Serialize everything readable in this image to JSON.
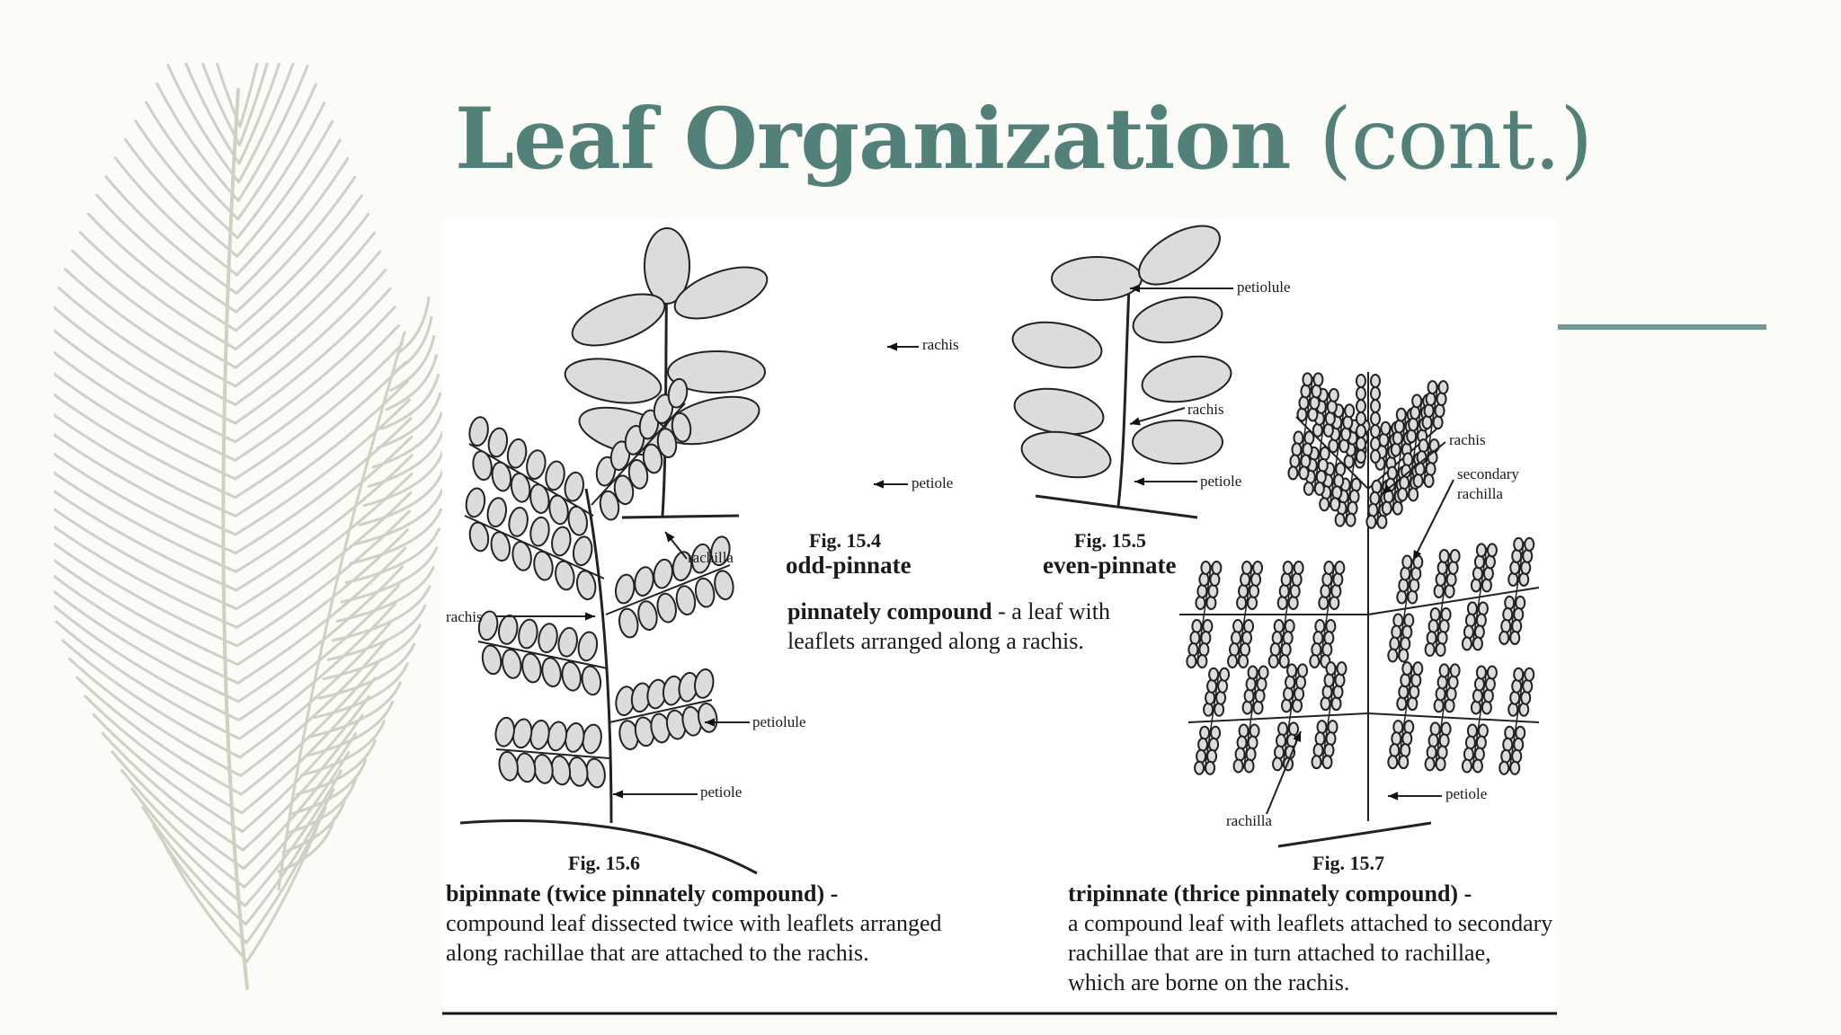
{
  "slide": {
    "title_main": "Leaf Organization",
    "title_sub": "(cont.)",
    "accent_color": "#54807a"
  },
  "figures": {
    "fig4": {
      "caption": "Fig. 15.4",
      "name": "odd-pinnate",
      "labels": {
        "rachis": "rachis",
        "petiole": "petiole"
      }
    },
    "fig5": {
      "caption": "Fig. 15.5",
      "name": "even-pinnate",
      "labels": {
        "petiolule": "petiolule",
        "rachis": "rachis",
        "petiole": "petiole"
      }
    },
    "pinnate_desc": {
      "term": "pinnately compound",
      "rest": " - a leaf with leaflets arranged along a rachis."
    },
    "fig6": {
      "caption": "Fig. 15.6",
      "labels": {
        "rachilla": "rachilla",
        "rachis": "rachis",
        "petiolule": "petiolule",
        "petiole": "petiole"
      },
      "term": "bipinnate (twice pinnately compound) -",
      "rest": "compound leaf dissected twice with leaflets arranged along rachillae that are attached to the rachis."
    },
    "fig7": {
      "caption": "Fig. 15.7",
      "labels": {
        "rachis": "rachis",
        "secondary_rachilla_1": "secondary",
        "secondary_rachilla_2": "rachilla",
        "rachilla": "rachilla",
        "petiole": "petiole"
      },
      "term": "tripinnate (thrice pinnately compound) -",
      "rest": "a compound leaf with leaflets attached to secondary rachillae that are in turn attached to rachillae, which are borne on the rachis."
    }
  }
}
